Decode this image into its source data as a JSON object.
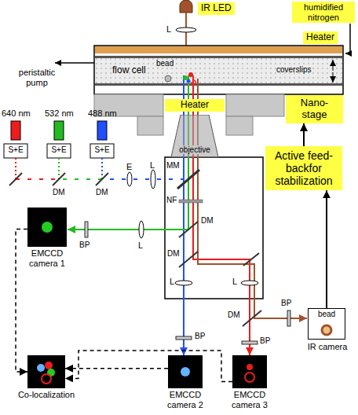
{
  "diagram": {
    "nodes": [
      {
        "text": [
          "IR LED"
        ]
      },
      {
        "text": [
          "Heater"
        ]
      },
      {
        "text": [
          "flow cell"
        ]
      },
      {
        "text": [
          "Heater"
        ]
      },
      {
        "text": [
          "Nano-stage"
        ]
      },
      {
        "text": [
          "objective"
        ]
      },
      {
        "text": [
          "Active feed-backfor stabilization"
        ]
      },
      {
        "text": [
          "EMCCD camera 1"
        ]
      },
      {
        "text": [
          "EMCCD camera 2"
        ]
      },
      {
        "text": [
          "EMCCD camera 3"
        ]
      },
      {
        "text": [
          "bead",
          "IR camera"
        ]
      },
      {
        "text": [
          "Co-localization"
        ]
      }
    ],
    "edges": [
      {
        "from": 10,
        "to": 6,
        "arrow": "to"
      },
      {
        "from": 6,
        "to": 4,
        "arrow": "to"
      },
      {
        "from": 7,
        "to": 11,
        "arrow": "to"
      },
      {
        "from": 8,
        "to": 11,
        "arrow": "to"
      },
      {
        "from": 9,
        "to": 11,
        "arrow": "to"
      }
    ],
    "labels": [
      "L",
      "humidified nitrogen",
      "peristaltic pump",
      "bead",
      "coverslips",
      "640 nm",
      "532 nm",
      "488 nm",
      "S+E",
      "S+E",
      "S+E",
      "E",
      "L",
      "DM",
      "DM",
      "MM",
      "NF",
      "DM",
      "L",
      "BP",
      "DM",
      "L",
      "L",
      "DM",
      "BP",
      "BP",
      "BP"
    ]
  }
}
